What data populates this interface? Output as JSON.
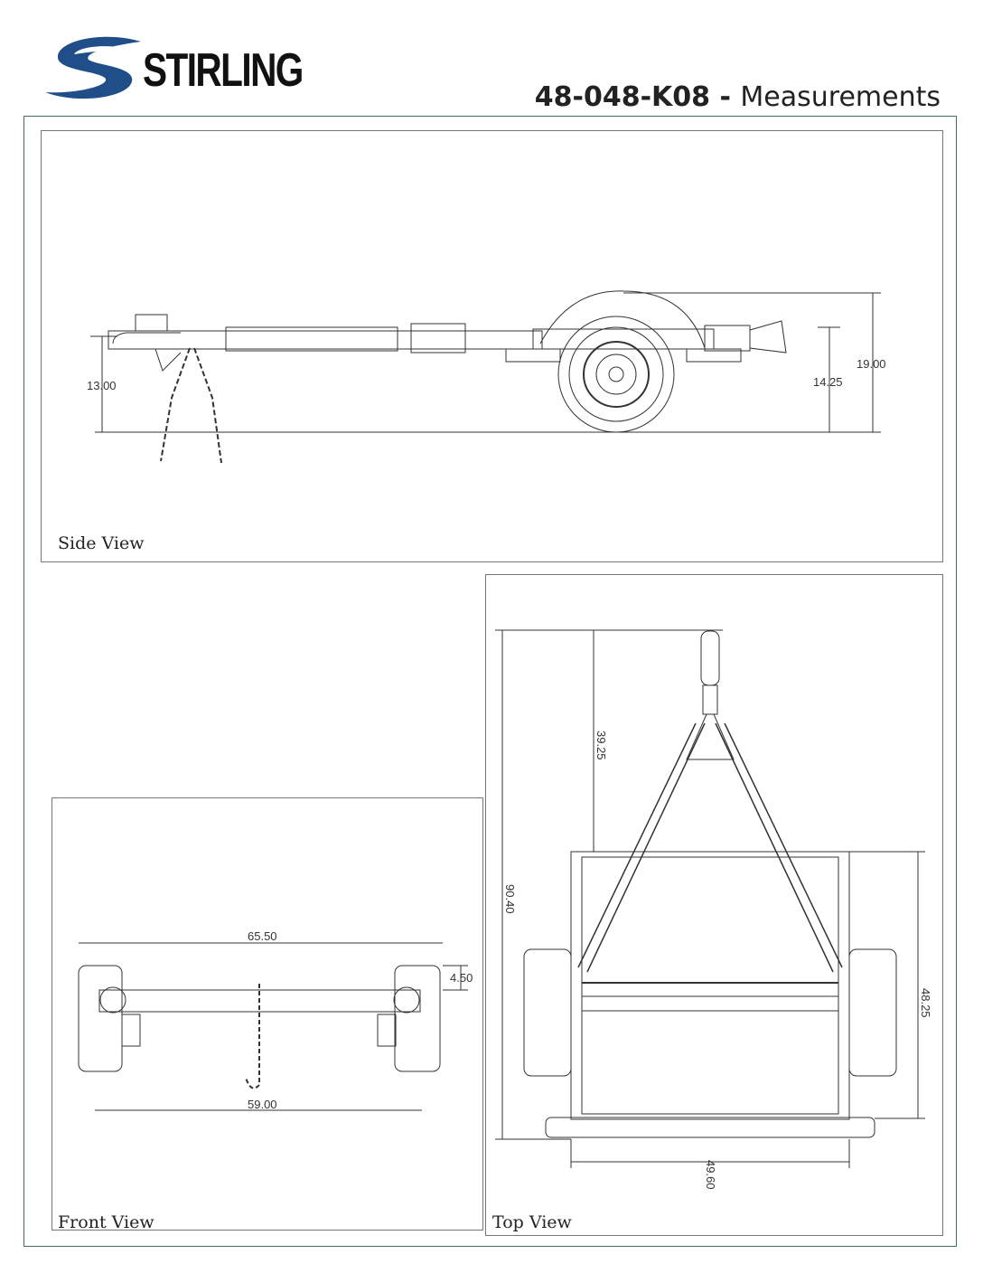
{
  "header": {
    "brand": "STIRLING",
    "model": "48-048-K08",
    "separator": " - ",
    "title_suffix": "Measurements",
    "brand_color": "#1f4e89"
  },
  "views": {
    "side": {
      "label": "Side View",
      "dims": {
        "hitch_height": "13.00",
        "frame_height": "14.25",
        "fender_height": "19.00"
      }
    },
    "front": {
      "label": "Front View",
      "dims": {
        "overall_width": "65.50",
        "wheel_offset": "4.50",
        "track_width": "59.00"
      }
    },
    "top": {
      "label": "Top View",
      "dims": {
        "overall_length": "90.40",
        "tongue_length": "39.25",
        "frame_length": "48.25",
        "frame_width": "49.60"
      }
    }
  }
}
